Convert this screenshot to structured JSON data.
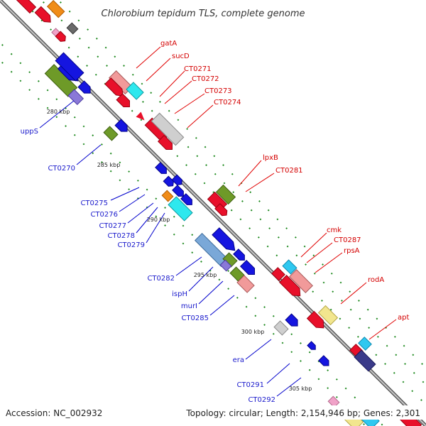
{
  "title": "Chlorobium tepidum TLS, complete genome",
  "footer": {
    "accession": "Accession: NC_002932",
    "stats": "Topology: circular; Length: 2,154,946 bp; Genes: 2,301"
  },
  "colors": {
    "forward_label": "#d40000",
    "reverse_label": "#1a1acc",
    "backbone": "#8a8a8a",
    "ticks": "#1f8a1f"
  },
  "kbp_ticks": [
    "280 kbp",
    "285 kbp",
    "290 kbp",
    "295 kbp",
    "300 kbp",
    "305 kbp"
  ],
  "forward_genes": [
    "gatA",
    "sucD",
    "CT0271",
    "CT0272",
    "CT0273",
    "CT0274",
    "lpxB",
    "CT0281",
    "cmk",
    "CT0287",
    "rpsA",
    "rodA",
    "apt"
  ],
  "reverse_genes": [
    "uppS",
    "CT0270",
    "CT0275",
    "CT0276",
    "CT0277",
    "CT0278",
    "CT0279",
    "CT0282",
    "ispH",
    "murI",
    "CT0285",
    "era",
    "CT0291",
    "CT0292"
  ]
}
